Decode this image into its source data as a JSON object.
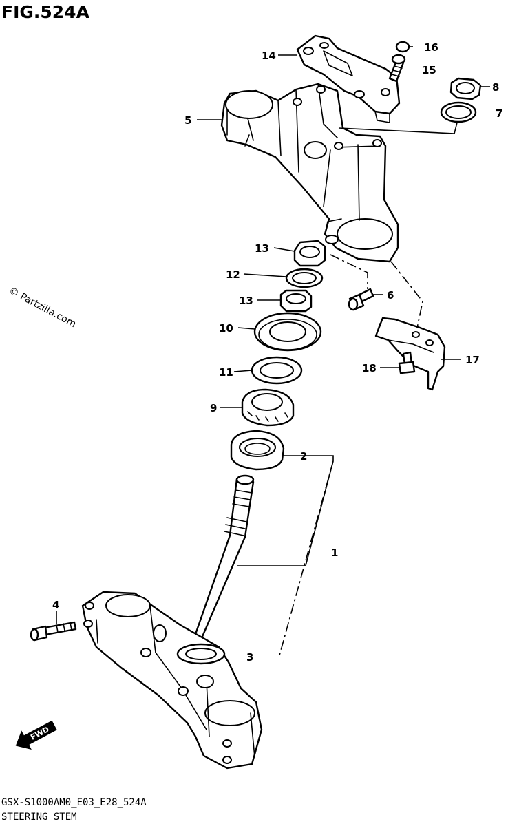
{
  "figure_title": "FIG.524A",
  "model_code": "GSX-S1000AM0_E03_E28_524A",
  "section_title": "STEERING STEM",
  "watermark": "© Partzilla.com",
  "fwd_label": "FWD",
  "callouts": {
    "p1": "1",
    "p2": "2",
    "p3": "3",
    "p4": "4",
    "p5": "5",
    "p6": "6",
    "p7": "7",
    "p8": "8",
    "p9": "9",
    "p10": "10",
    "p11": "11",
    "p12": "12",
    "p13a": "13",
    "p13b": "13",
    "p14": "14",
    "p15": "15",
    "p16": "16",
    "p17": "17",
    "p18": "18"
  }
}
